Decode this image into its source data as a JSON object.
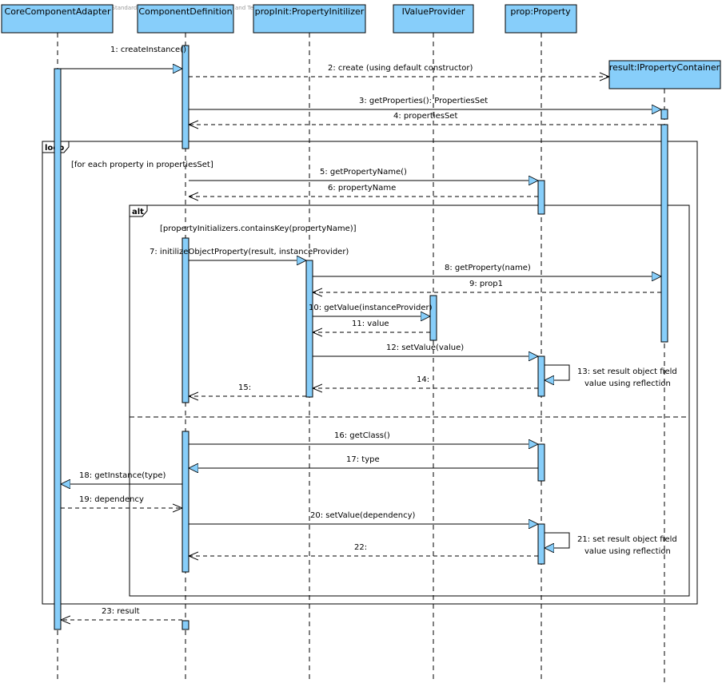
{
  "watermark": "Created with Visual Paradigm for UML Standard Edition(AGH University of Science and Technology)",
  "colors": {
    "box_fill": "#87cefa",
    "border": "#000000",
    "background": "#ffffff"
  },
  "lifelines": [
    {
      "id": "adapter",
      "label": "CoreComponentAdapter"
    },
    {
      "id": "compdef",
      "label": "ComponentDefinition"
    },
    {
      "id": "propinit",
      "label": "propInit:PropertyInitilizer"
    },
    {
      "id": "ivp",
      "label": "IValueProvider"
    },
    {
      "id": "prop",
      "label": "prop:Property"
    },
    {
      "id": "result",
      "label": "result:IPropertyContainer"
    }
  ],
  "fragments": {
    "loop": {
      "keyword": "loop",
      "guard": "[for each property in propertiesSet]"
    },
    "alt": {
      "keyword": "alt",
      "guard": "[propertyInitializers.containsKey(propertyName)]"
    }
  },
  "messages": [
    {
      "label": "1: createInstance()"
    },
    {
      "label": "2: create (using default constructor)"
    },
    {
      "label": "3: getProperties(): PropertiesSet"
    },
    {
      "label": "4: propertiesSet"
    },
    {
      "label": "5: getPropertyName()"
    },
    {
      "label": "6: propertyName"
    },
    {
      "label": "7: initilizeObjectProperty(result, instanceProvider)"
    },
    {
      "label": "8: getProperty(name)"
    },
    {
      "label": "9: prop1"
    },
    {
      "label": "10: getValue(instanceProvider)"
    },
    {
      "label": "11: value"
    },
    {
      "label": "12: setValue(value)"
    },
    {
      "label": "13: set result object field value using reflection"
    },
    {
      "label": "14:"
    },
    {
      "label": "15:"
    },
    {
      "label": "16: getClass()"
    },
    {
      "label": "17: type"
    },
    {
      "label": "18: getInstance(type)"
    },
    {
      "label": "19: dependency"
    },
    {
      "label": "20: setValue(dependency)"
    },
    {
      "label": "21: set result object field value using reflection"
    },
    {
      "label": "22:"
    },
    {
      "label": "23: result"
    }
  ]
}
